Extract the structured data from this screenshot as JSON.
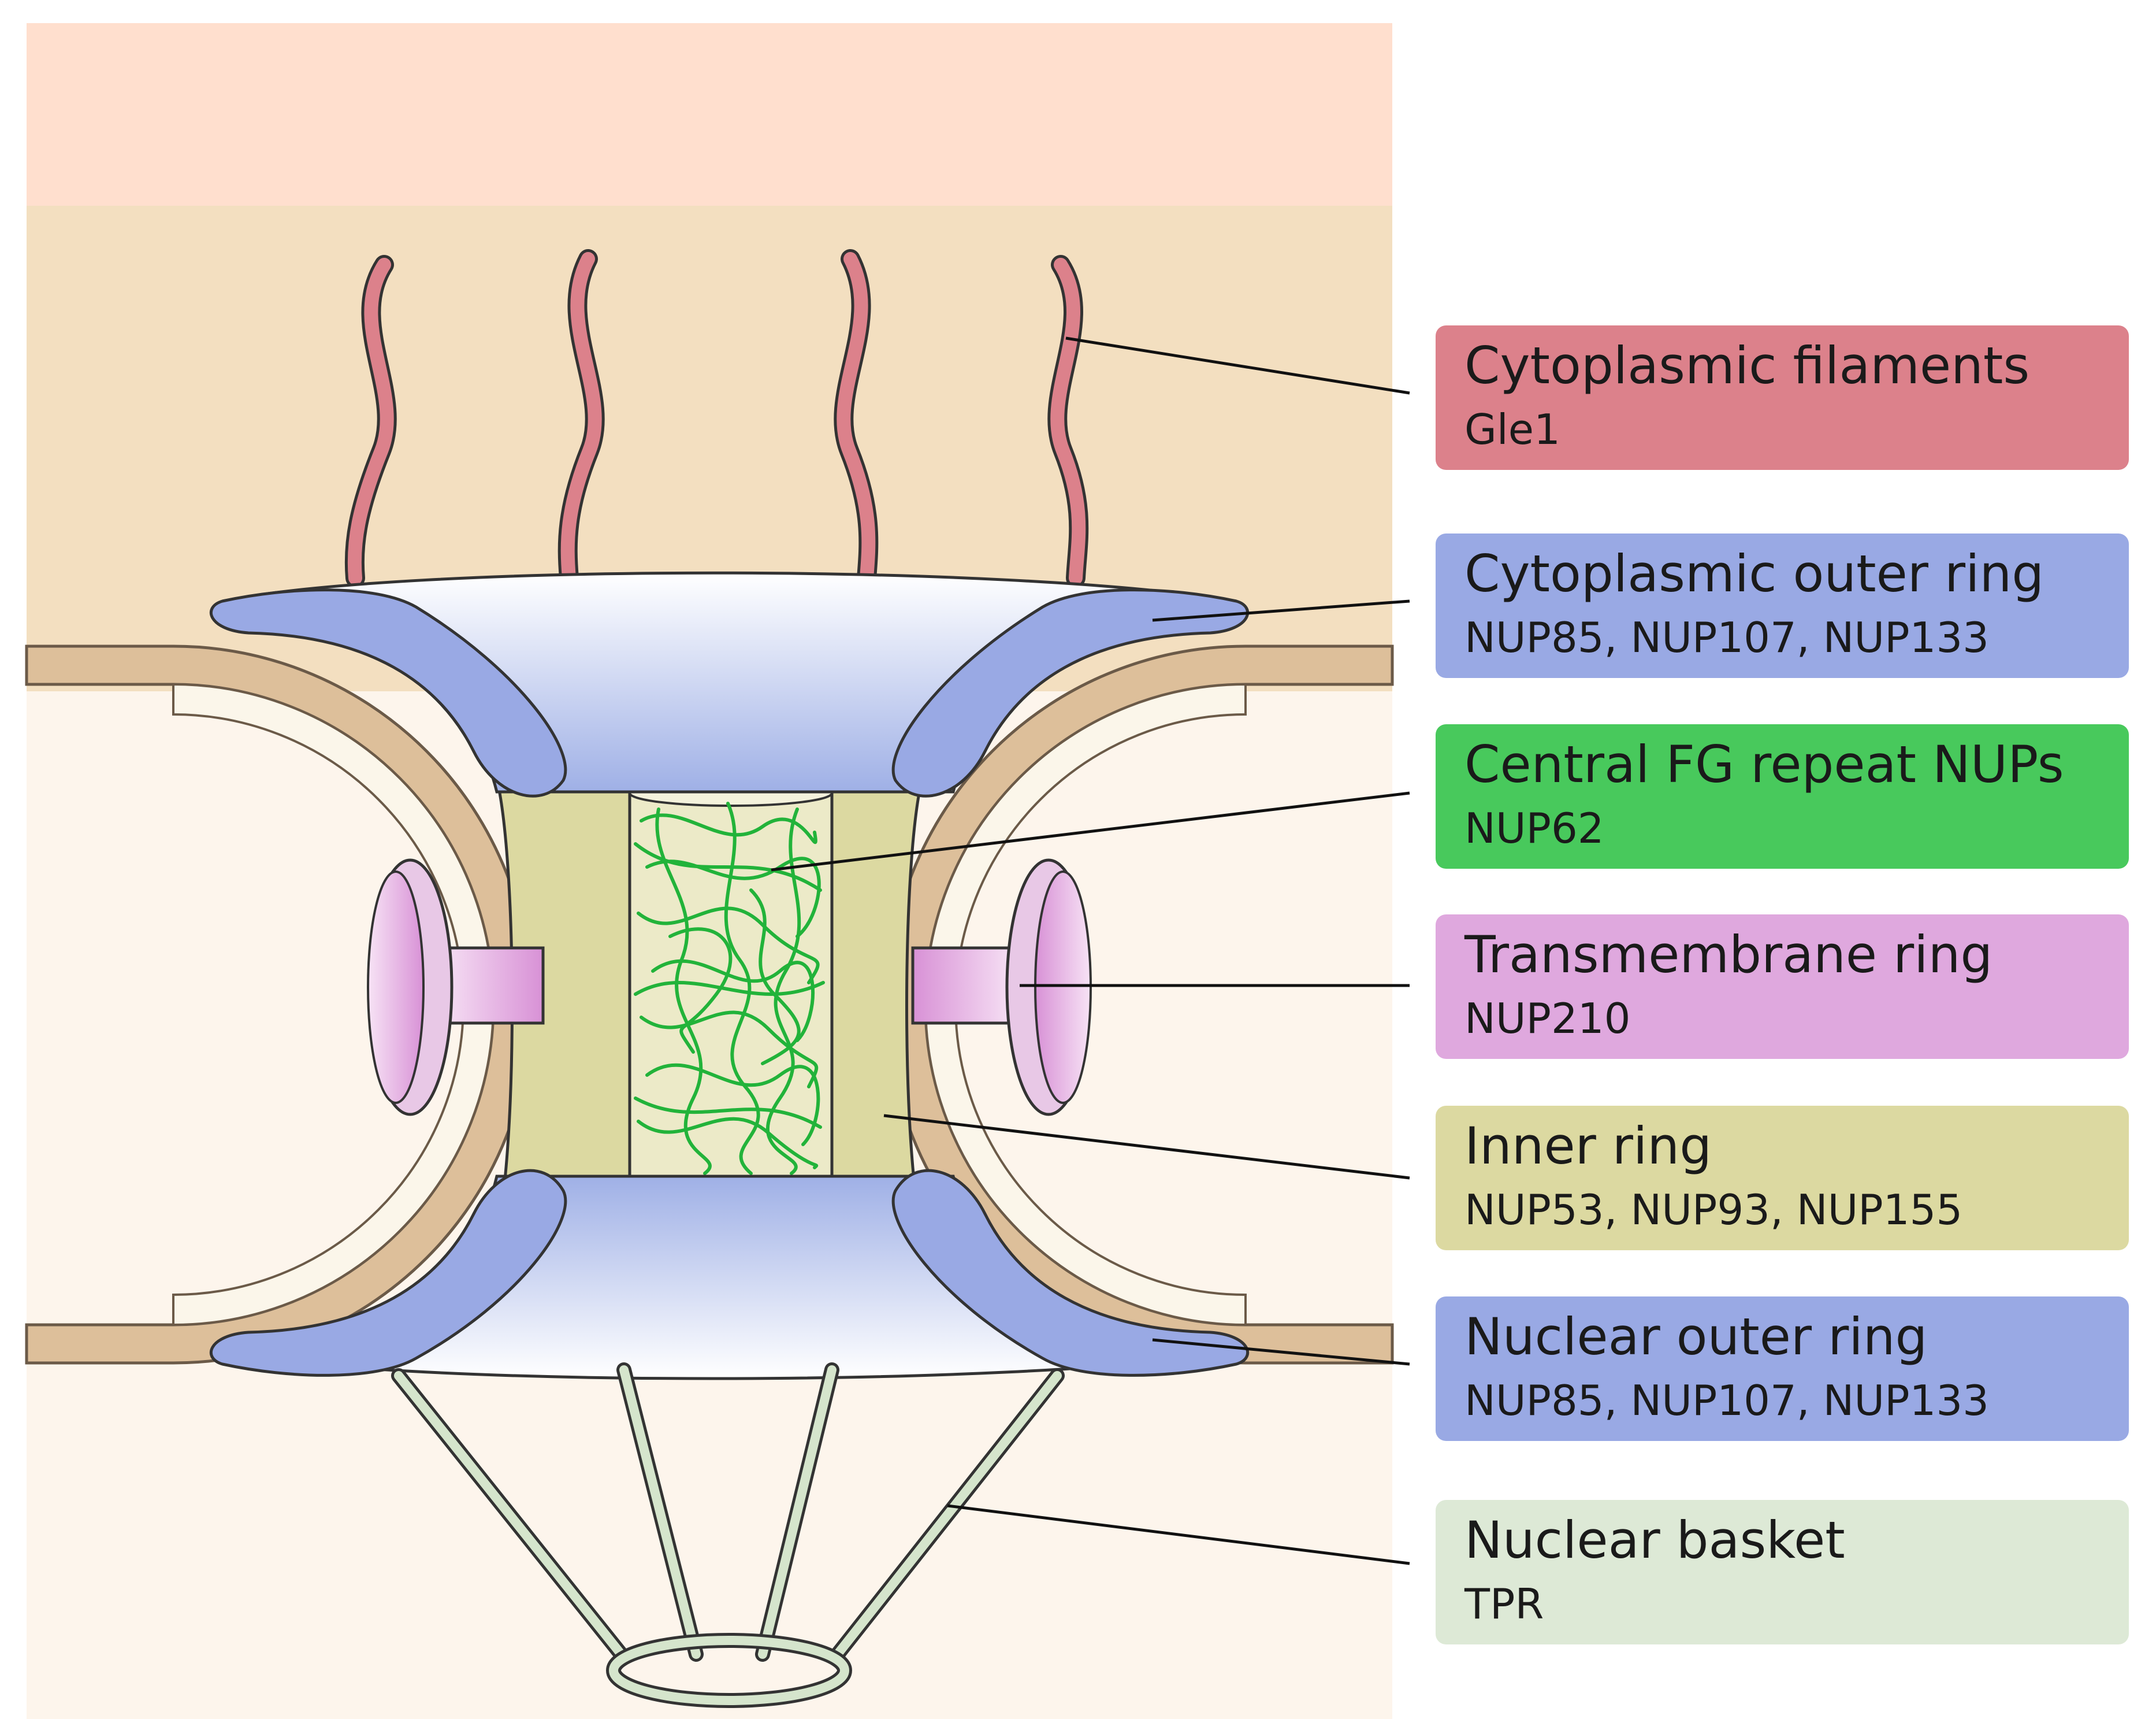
{
  "labels": [
    {
      "key": "cytoplasmic_filaments",
      "title": "Cytoplasmic filaments",
      "proteins": "Gle1",
      "color": "#dc818b"
    },
    {
      "key": "cytoplasmic_outer_ring",
      "title": "Cytoplasmic outer ring",
      "proteins": "NUP85, NUP107, NUP133",
      "color": "#99a9e4"
    },
    {
      "key": "central_fg",
      "title": "Central FG repeat NUPs",
      "proteins": "NUP62",
      "color": "#48c95c"
    },
    {
      "key": "transmembrane_ring",
      "title": "Transmembrane ring",
      "proteins": "NUP210",
      "color": "#dfa8de"
    },
    {
      "key": "inner_ring",
      "title": "Inner ring",
      "proteins": "NUP53, NUP93, NUP155",
      "color": "#dcd9a1"
    },
    {
      "key": "nuclear_outer_ring",
      "title": "Nuclear outer ring",
      "proteins": "NUP85, NUP107, NUP133",
      "color": "#99a9e4"
    },
    {
      "key": "nuclear_basket",
      "title": "Nuclear basket",
      "proteins": "TPR",
      "color": "#dde9d6"
    }
  ],
  "colors": {
    "cytoplasm_top": "#ffdfce",
    "cytoplasm": "#f3dfc0",
    "nucleoplasm": "#fdf5ec",
    "envelope": "#ddbf9a",
    "filament": "#dc818b",
    "outer_ring": "#99a9e4",
    "inner_ring": "#dcd9a1",
    "fg_repeats": "#22b33a",
    "transmembrane": "#dfa8de",
    "basket": "#d5e5cc"
  }
}
